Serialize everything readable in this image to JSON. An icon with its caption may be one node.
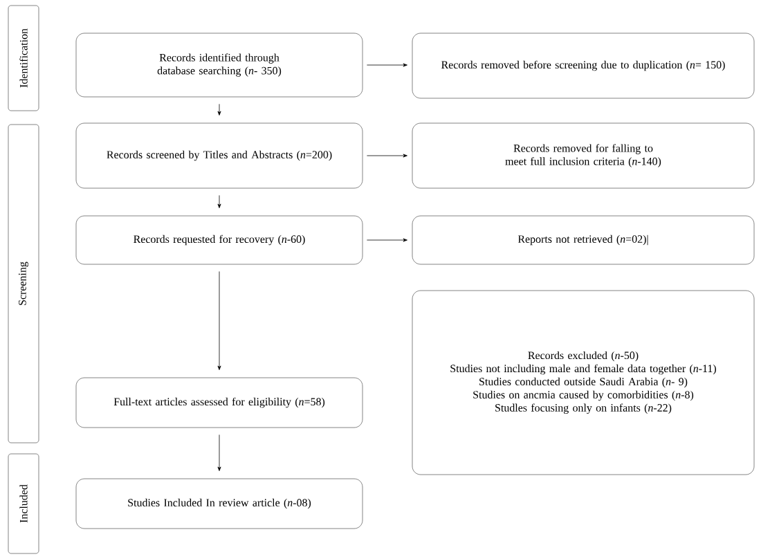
{
  "diagram": {
    "nodes": [
      {
        "text": [
          "Identification"
        ]
      },
      {
        "text": [
          "Screening"
        ]
      },
      {
        "text": [
          "Included"
        ]
      },
      {
        "text": [
          "Records identified through database searching (*n*- 350)"
        ]
      },
      {
        "text": [
          "Records removed before screening due to duplication (*n*= 150)"
        ]
      },
      {
        "text": [
          "Records screened by Titles and Abstracts (*n*=200)"
        ]
      },
      {
        "text": [
          "Records removed for falling to meet full inclusion criteria (*n*-140)"
        ]
      },
      {
        "text": [
          "Records requested for recovery (*n*-60)"
        ]
      },
      {
        "text": [
          "Reports not retrieved (*n*=02)|"
        ]
      },
      {
        "text": [
          "Records excluded (*n*-50)",
          "Studies not including male and female data together (*n*-11)",
          "Studies conducted outside Saudi Arabia (*n*- 9)",
          "Studies on ancmia caused by comorbidities (*n*-8)",
          "Studles focusing only on infants (*n*-22)"
        ]
      },
      {
        "text": [
          "Full-text articles assessed for eligibility (*n*=58)"
        ]
      },
      {
        "text": [
          "Studies Included In review article (*n*-08)"
        ]
      }
    ],
    "edges": [
      {
        "from": 3,
        "to": 4,
        "arrow": "to"
      },
      {
        "from": 3,
        "to": 5,
        "arrow": "to"
      },
      {
        "from": 5,
        "to": 6,
        "arrow": "to"
      },
      {
        "from": 5,
        "to": 7,
        "arrow": "to"
      },
      {
        "from": 7,
        "to": 8,
        "arrow": "to"
      },
      {
        "from": 7,
        "to": 10,
        "arrow": "to"
      },
      {
        "from": 10,
        "to": 11,
        "arrow": "to"
      }
    ]
  }
}
